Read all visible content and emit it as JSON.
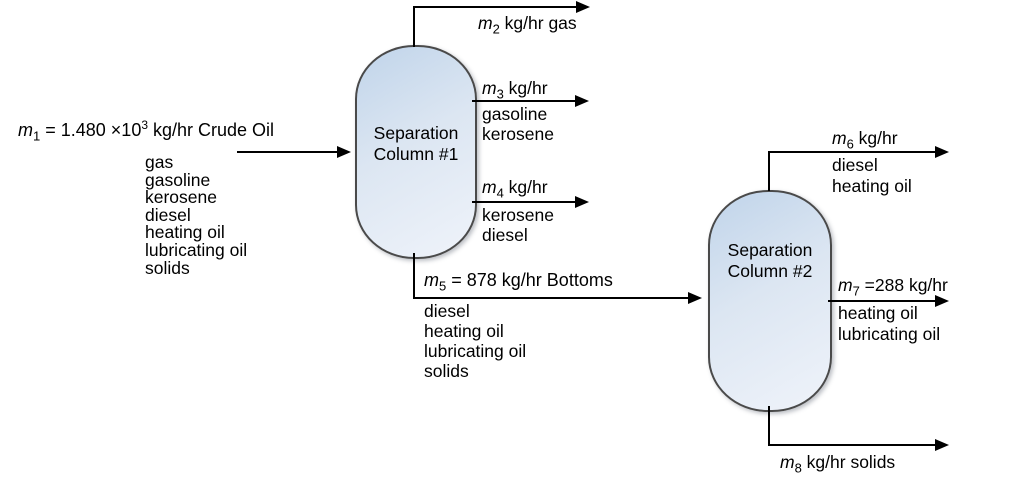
{
  "colors": {
    "column_fill_top": "#c0d4ea",
    "column_fill_bottom": "#eff3fa",
    "column_border": "#4a4a4a",
    "line_color": "#000000"
  },
  "feed": {
    "var": "m",
    "sub": "1",
    "mid": " = 1.480 ×10",
    "sup": "3",
    "rest": " kg/hr Crude Oil",
    "components": [
      "gas",
      "gasoline",
      "kerosene",
      "diesel",
      "heating oil",
      "lubricating oil",
      "solids"
    ]
  },
  "columns": [
    {
      "line1": "Separation",
      "line2": "Column #1"
    },
    {
      "line1": "Separation",
      "line2": "Column #2"
    }
  ],
  "streams": {
    "m2": {
      "var": "m",
      "sub": "2",
      "rest": " kg/hr gas"
    },
    "m3": {
      "var": "m",
      "sub": "3",
      "rest": " kg/hr",
      "components": [
        "gasoline",
        "kerosene"
      ]
    },
    "m4": {
      "var": "m",
      "sub": "4",
      "rest": " kg/hr",
      "components": [
        "kerosene",
        "diesel"
      ]
    },
    "m5": {
      "var": "m",
      "sub": "5",
      "rest": " = 878 kg/hr Bottoms",
      "components": [
        "diesel",
        "heating oil",
        "lubricating oil",
        "solids"
      ]
    },
    "m6": {
      "var": "m",
      "sub": "6",
      "rest": " kg/hr",
      "components": [
        "diesel",
        "heating oil"
      ]
    },
    "m7": {
      "var": "m",
      "sub": "7",
      "rest": " =288 kg/hr",
      "components": [
        "heating oil",
        "lubricating oil"
      ]
    },
    "m8": {
      "var": "m",
      "sub": "8",
      "rest": " kg/hr solids"
    }
  }
}
